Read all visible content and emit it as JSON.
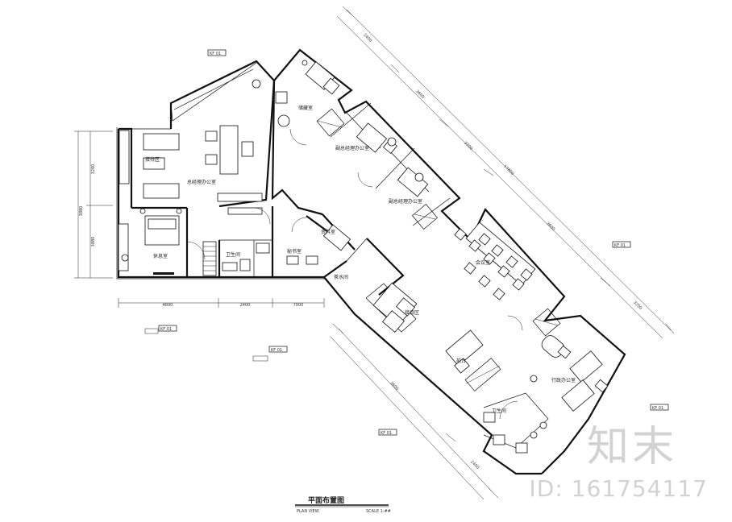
{
  "title": "平面布置图",
  "subtitle_left": "PLAN VIEW",
  "subtitle_right": "SCALE 1:##",
  "rooms": {
    "r1": "总经理办公室",
    "r2": "接待区",
    "r3": "休息室",
    "r4": "卫生间",
    "r5": "秘书室",
    "r6": "储藏室",
    "r7": "副总经理办公室",
    "r8": "副总经理办公室",
    "r9": "会议室",
    "r10": "前台",
    "r11": "接待区",
    "r12": "茶水间",
    "r13": "资料室",
    "r14": "行政办公室",
    "r15": "卫生间"
  },
  "dims": {
    "v_total": "3880",
    "v_top": "3200",
    "v_bottom": "3880",
    "h1": "4800",
    "h2": "2400",
    "h3": "7000",
    "d1": "2400",
    "d2": "3600",
    "d3": "3200",
    "d_long": "17800",
    "d4": "3600",
    "d5": "3200",
    "d6": "3600",
    "d7": "2400"
  },
  "tags": {
    "t1": "KF 01",
    "t2": "KF 01",
    "t3": "KF 01",
    "t4": "KF 01",
    "t5": "KF 01",
    "t6": "KF 01"
  },
  "watermark": {
    "logo": "知末",
    "id": "ID: 161754117"
  }
}
